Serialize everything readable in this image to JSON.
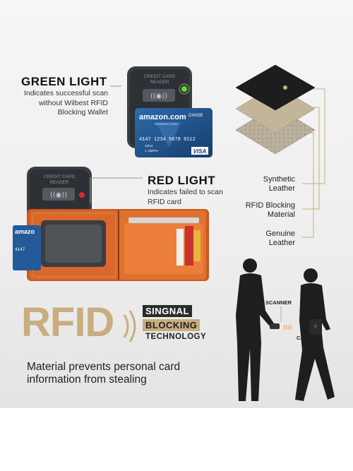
{
  "green_light": {
    "title": "GREEN LIGHT",
    "description_lines": [
      "Indicates successful scan",
      "without Wilbest RFID",
      "Blocking Wallet"
    ]
  },
  "red_light": {
    "title": "RED LIGHT",
    "description_lines": [
      "Indicates failed to scan",
      "RFID card"
    ]
  },
  "layers": {
    "synthetic": [
      "Synthetic",
      "Leather"
    ],
    "blocking": [
      "RFID Blocking",
      "Material"
    ],
    "genuine": [
      "Genuine",
      "Leather"
    ]
  },
  "reader": {
    "label_lines": [
      "CREDIT CARD",
      "READER"
    ]
  },
  "card": {
    "brand": "amazon.com",
    "sub": "REWARDS CARD",
    "issuer": "CHASE",
    "number": "4147 1234 5678 9112",
    "number_short": "4147",
    "expiry": "12/14",
    "name": "J. SMITH",
    "network": "VISA"
  },
  "card_small": {
    "brand": "amazo"
  },
  "scene": {
    "scanner_label": "SCANNER",
    "cards_label": "CARDS"
  },
  "rfid": {
    "big": "RFID",
    "line1": "SINGNAL",
    "line2": "BLOCKING",
    "line3": "TECHNOLOGY"
  },
  "tagline": [
    "Material prevents personal card",
    "information from stealing"
  ],
  "colors": {
    "gold": "#c9ad80",
    "wallet_orange": "#d9682a",
    "green_light": "#6ccf3a",
    "red_light": "#d92b2b",
    "card_blue": "#1f4f86",
    "silhouette": "#1e1e1e"
  }
}
